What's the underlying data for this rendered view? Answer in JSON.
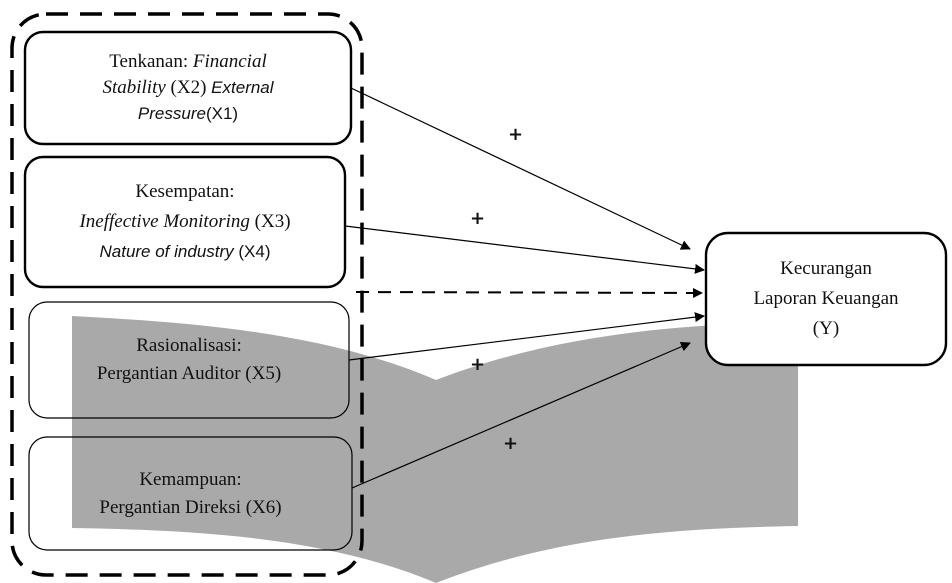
{
  "nodes": {
    "tekanan": {
      "line1_plain": "Tenkanan: ",
      "line1_italic": "Financial",
      "line2_italic": "Stability",
      "line2_plain": " (X2) ",
      "line2_sans_italic": "External",
      "line3_sans_italic": "Pressure",
      "line3_sans": "(X1)"
    },
    "kesempatan": {
      "heading": "Kesempatan:",
      "line2_italic": "Ineffective Monitoring",
      "line2_plain": " (X3)",
      "line3_sans_italic": "Nature of industry",
      "line3_sans": " (X4)"
    },
    "rasionalisasi": {
      "heading": "Rasionalisasi:",
      "line2": "Pergantian Auditor (X5)"
    },
    "kemampuan": {
      "heading": "Kemampuan:",
      "line2": "Pergantian Direksi (X6)"
    },
    "outcome": {
      "line1": "Kecurangan",
      "line2": "Laporan Keuangan",
      "line3": "(Y)"
    }
  },
  "edge_signs": {
    "tekanan": "+",
    "kesempatan": "+",
    "rasionalisasi": "+",
    "kemampuan": "+"
  },
  "colors": {
    "stroke": "#000000",
    "watermark": "#a9a9a9"
  }
}
